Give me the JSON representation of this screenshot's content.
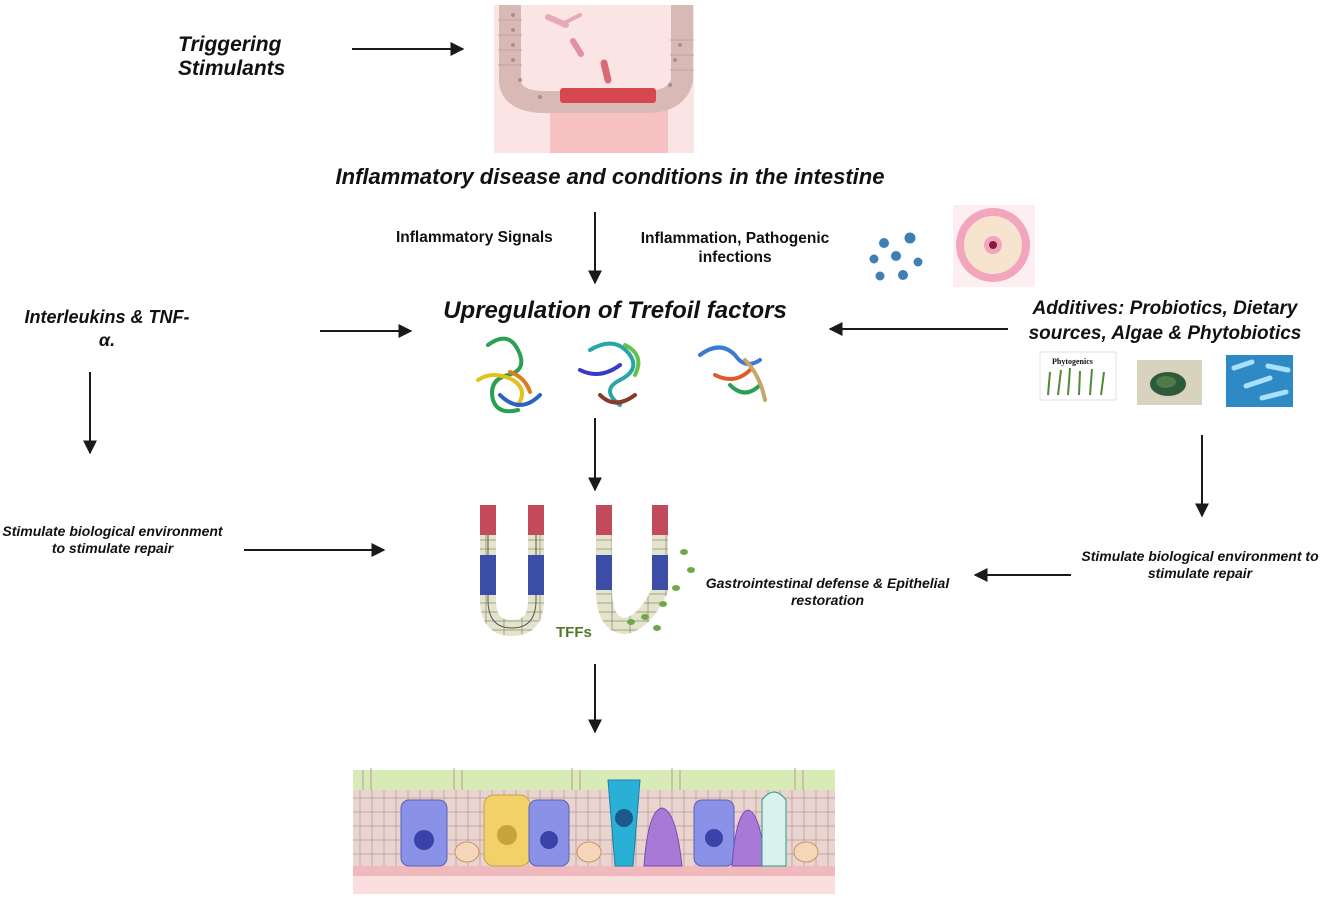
{
  "labels": {
    "triggering": "Triggering Stimulants",
    "disease": "Inflammatory disease and conditions in the intestine",
    "signals_left": "Inflammatory Signals",
    "signals_right": "Inflammation, Pathogenic infections",
    "upregulation": "Upregulation of Trefoil factors",
    "interleukins": "Interleukins & TNF-α.",
    "additives": "Additives: Probiotics, Dietary sources, Algae & Phytobiotics",
    "phytogenics": "Phytogenics",
    "stimulate_left": "Stimulate biological environment to stimulate repair",
    "stimulate_right": "Stimulate biological environment to stimulate repair",
    "gi_defense": "Gastrointestinal defense & Epithelial restoration",
    "tffs": "TFFs"
  },
  "colors": {
    "arrow": "#1a1a1a",
    "inflamed": "#e0525e",
    "mucosa_pink": "#f7c9cc",
    "virus": "#3f7fb5",
    "tff_green": "#4d7a2a"
  },
  "icons": [
    "intestinal-villus-icon",
    "bacteria-icon",
    "virus-cluster-icon",
    "cross-section-icon",
    "protein-structure-icon",
    "plant-icon",
    "algae-icon",
    "probiotic-icon",
    "crypt-icon",
    "epithelium-icon"
  ]
}
